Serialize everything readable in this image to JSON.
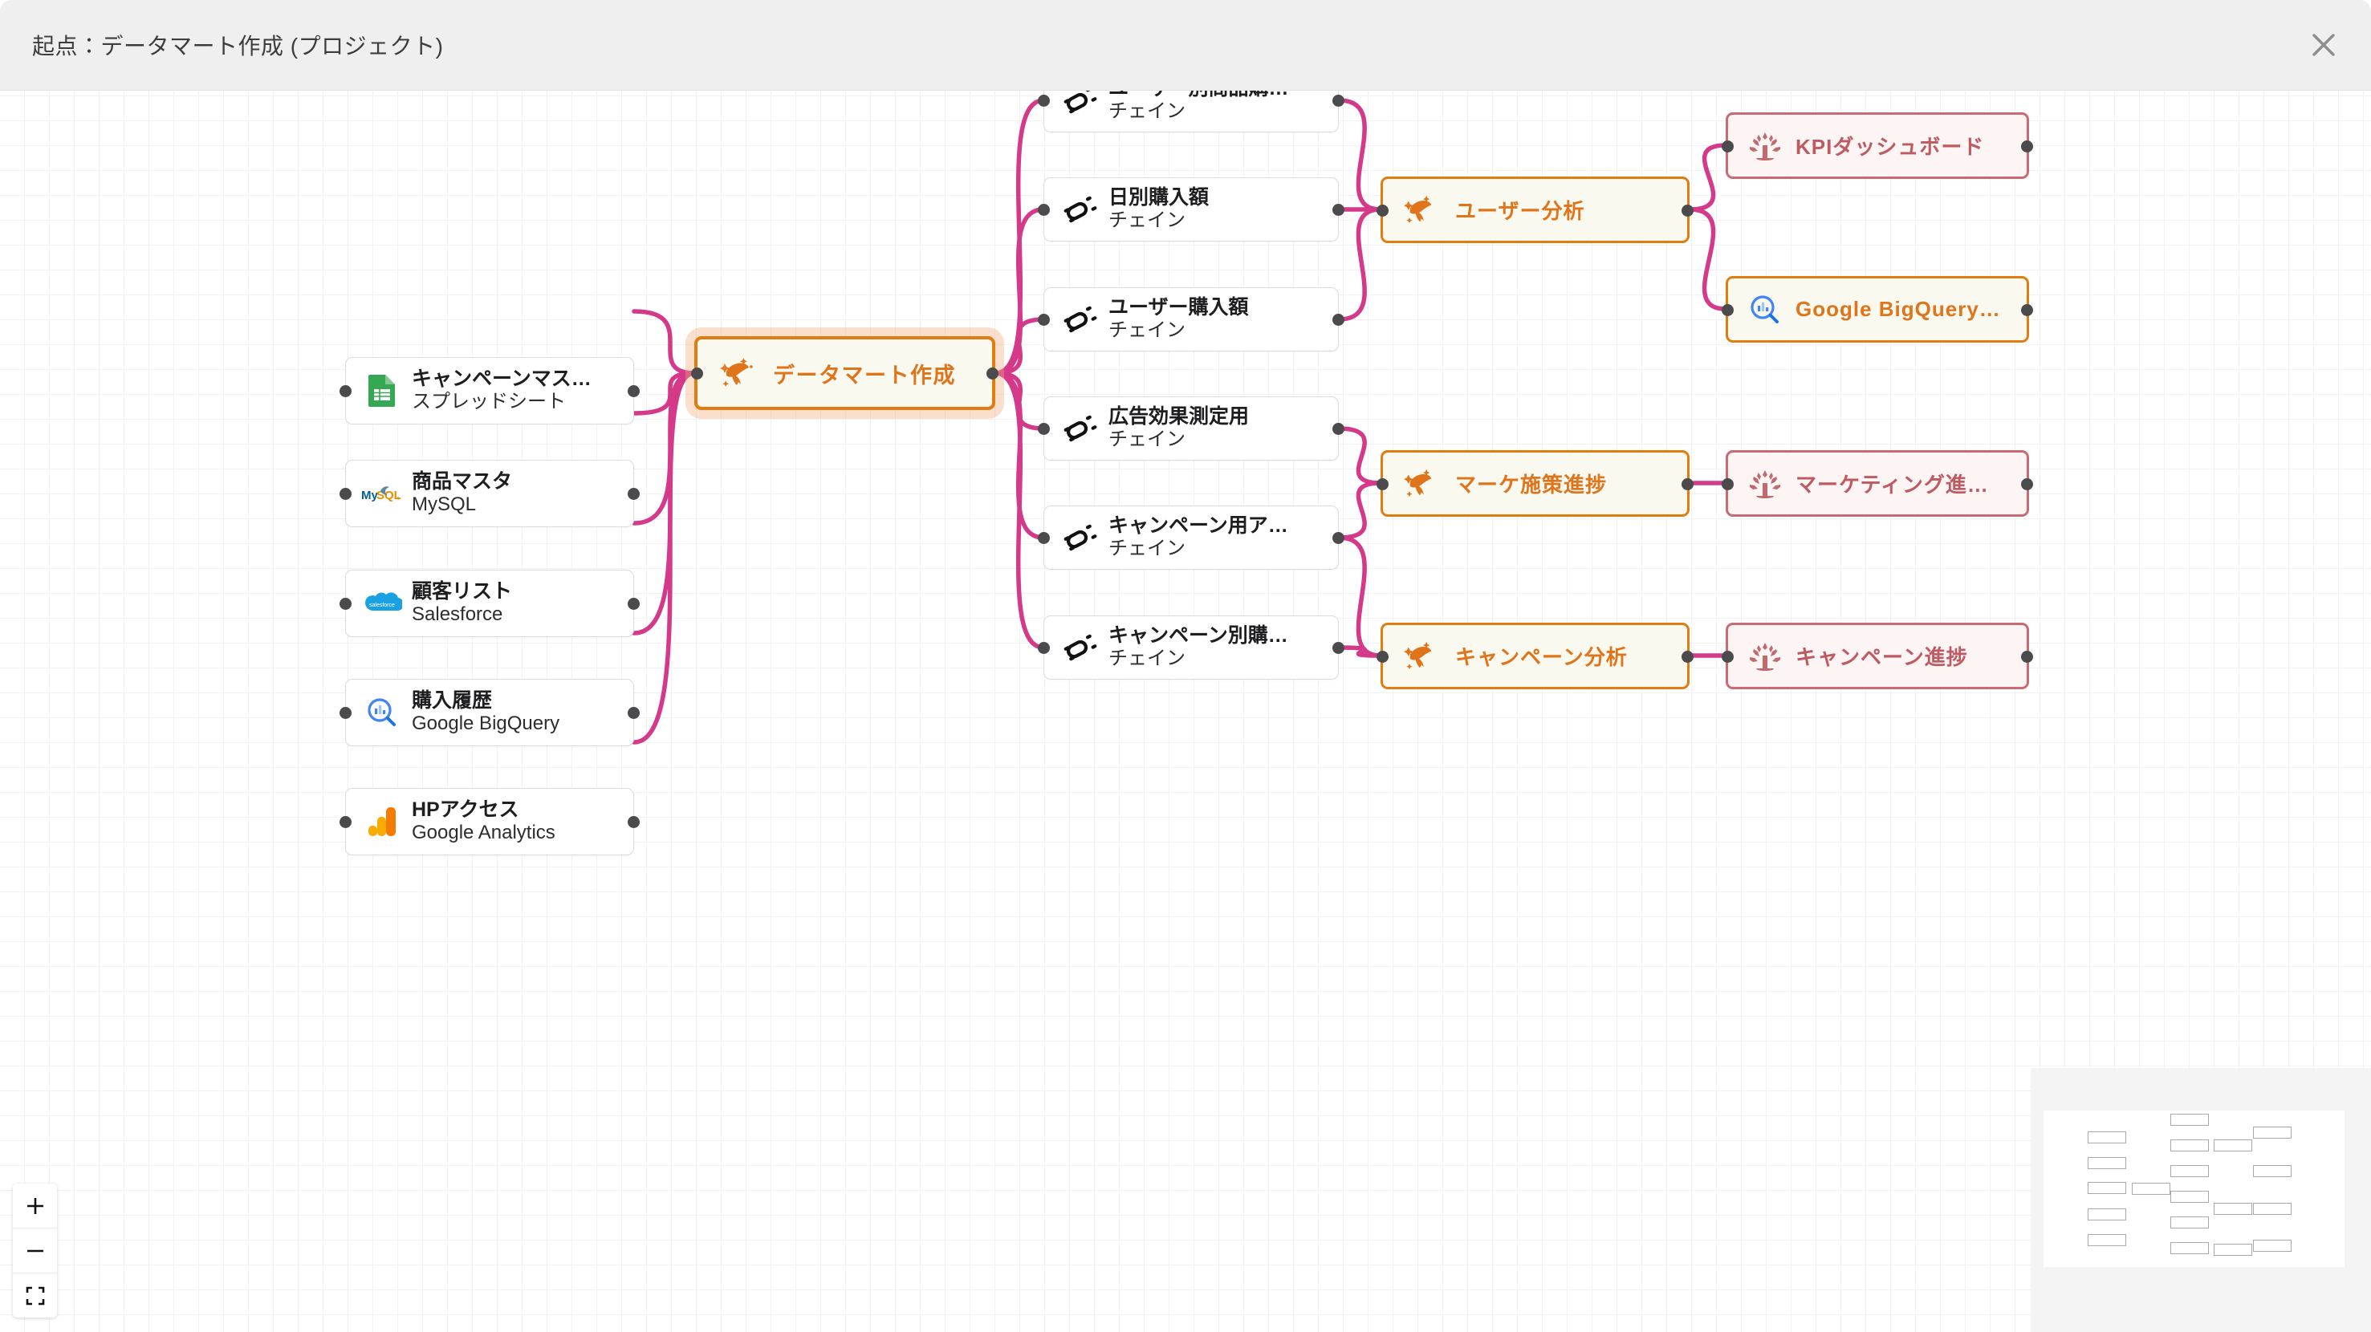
{
  "header": {
    "title": "起点：データマート作成 (プロジェクト)",
    "close_icon": "close-icon"
  },
  "controls": {
    "zoom_in_label": "+",
    "zoom_out_label": "−",
    "fit_view_label": "fit-view"
  },
  "graph": {
    "sources": [
      {
        "title": "キャンペーンマス…",
        "subtitle": "スプレッドシート",
        "icon": "google-sheets-icon"
      },
      {
        "title": "商品マスタ",
        "subtitle": "MySQL",
        "icon": "mysql-icon"
      },
      {
        "title": "顧客リスト",
        "subtitle": "Salesforce",
        "icon": "salesforce-icon"
      },
      {
        "title": "購入履歴",
        "subtitle": "Google BigQuery",
        "icon": "bigquery-icon"
      },
      {
        "title": "HPアクセス",
        "subtitle": "Google Analytics",
        "icon": "google-analytics-icon"
      }
    ],
    "center": {
      "title": "データマート作成",
      "icon": "orca-sparkle-icon"
    },
    "chains": [
      {
        "title": "ユーザー別商品購…",
        "subtitle": "チェイン",
        "icon": "chain-icon"
      },
      {
        "title": "日別購入額",
        "subtitle": "チェイン",
        "icon": "chain-icon"
      },
      {
        "title": "ユーザー購入額",
        "subtitle": "チェイン",
        "icon": "chain-icon"
      },
      {
        "title": "広告効果測定用",
        "subtitle": "チェイン",
        "icon": "chain-icon"
      },
      {
        "title": "キャンペーン用ア…",
        "subtitle": "チェイン",
        "icon": "chain-icon"
      },
      {
        "title": "キャンペーン別購…",
        "subtitle": "チェイン",
        "icon": "chain-icon"
      }
    ],
    "analyses": [
      {
        "title": "ユーザー分析",
        "icon": "orca-sparkle-icon"
      },
      {
        "title": "マーケ施策進捗",
        "icon": "orca-sparkle-icon"
      },
      {
        "title": "キャンペーン分析",
        "icon": "orca-sparkle-icon"
      }
    ],
    "outputs": [
      {
        "title": "KPIダッシュボード",
        "icon": "coral-tree-icon",
        "style": "coral"
      },
      {
        "title": "Google BigQuery…",
        "icon": "bigquery-icon",
        "style": "orange"
      },
      {
        "title": "マーケティング進…",
        "icon": "coral-tree-icon",
        "style": "coral"
      },
      {
        "title": "キャンペーン進捗",
        "icon": "coral-tree-icon",
        "style": "coral"
      }
    ]
  },
  "colors": {
    "edge": "#d4398a",
    "accent_orange": "#e0741a",
    "accent_coral": "#bd5a62",
    "header_bg": "#efeff0"
  }
}
